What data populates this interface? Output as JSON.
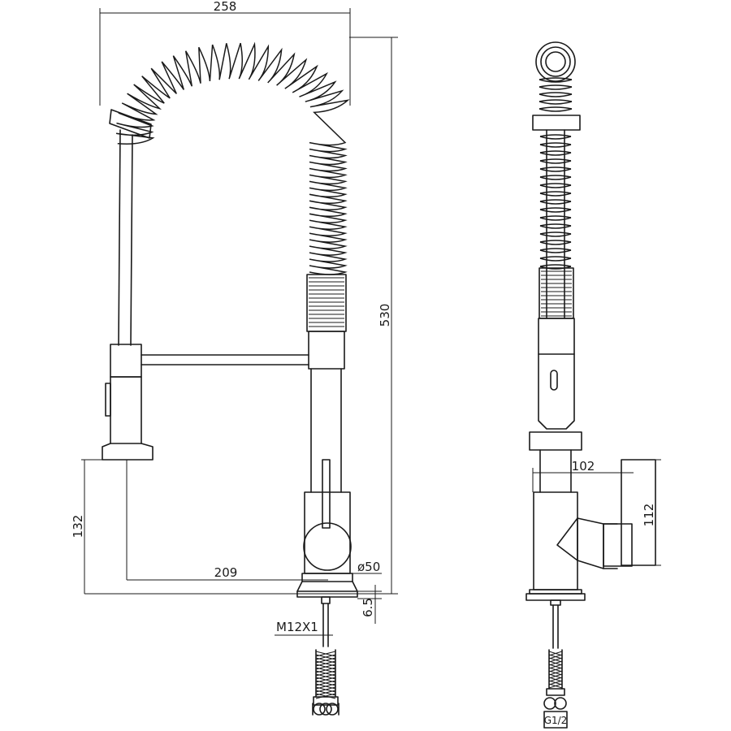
{
  "dimensions": {
    "total_width": "258",
    "total_height": "530",
    "spout_reach": "209",
    "body_height": "132",
    "base_diameter": "ø50",
    "base_thickness": "6.5",
    "thread": "M12X1",
    "side_reach": "102",
    "side_height": "112",
    "hose_thread": "G1/2"
  }
}
